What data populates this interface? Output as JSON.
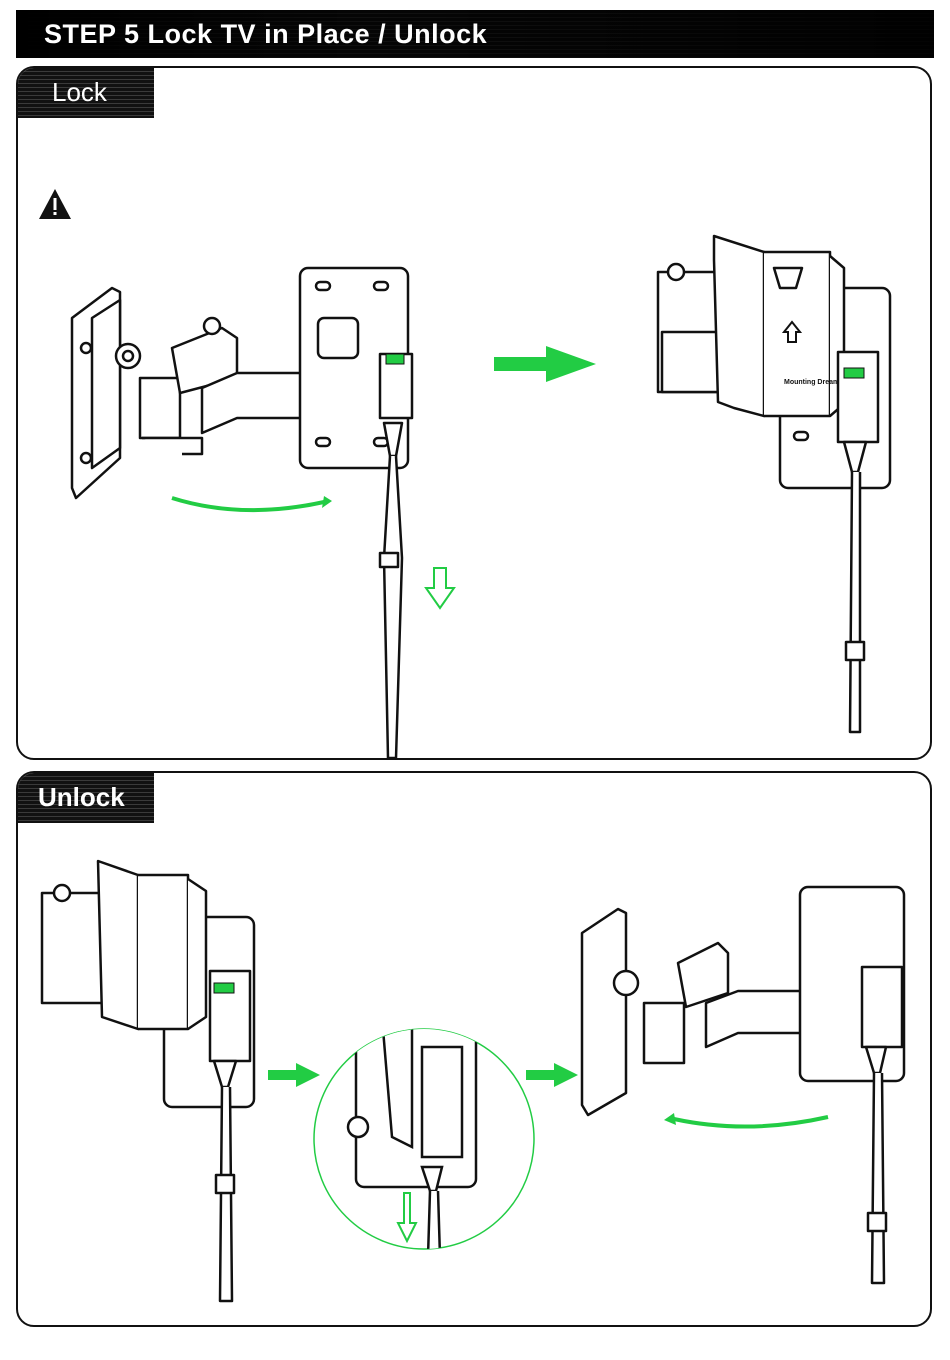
{
  "header": {
    "title": "STEP 5 Lock TV in Place / Unlock"
  },
  "lock_section": {
    "tab_label": "Lock"
  },
  "unlock_section": {
    "tab_label": "Unlock"
  },
  "brand": {
    "logo_text": "Mounting Dream"
  },
  "colors": {
    "accent_green": "#22cc44",
    "ink": "#111111"
  },
  "icons": [
    "warning-icon",
    "arrow-right-icon",
    "arrow-down-icon",
    "curved-arrow-icon",
    "up-arrow-icon"
  ]
}
